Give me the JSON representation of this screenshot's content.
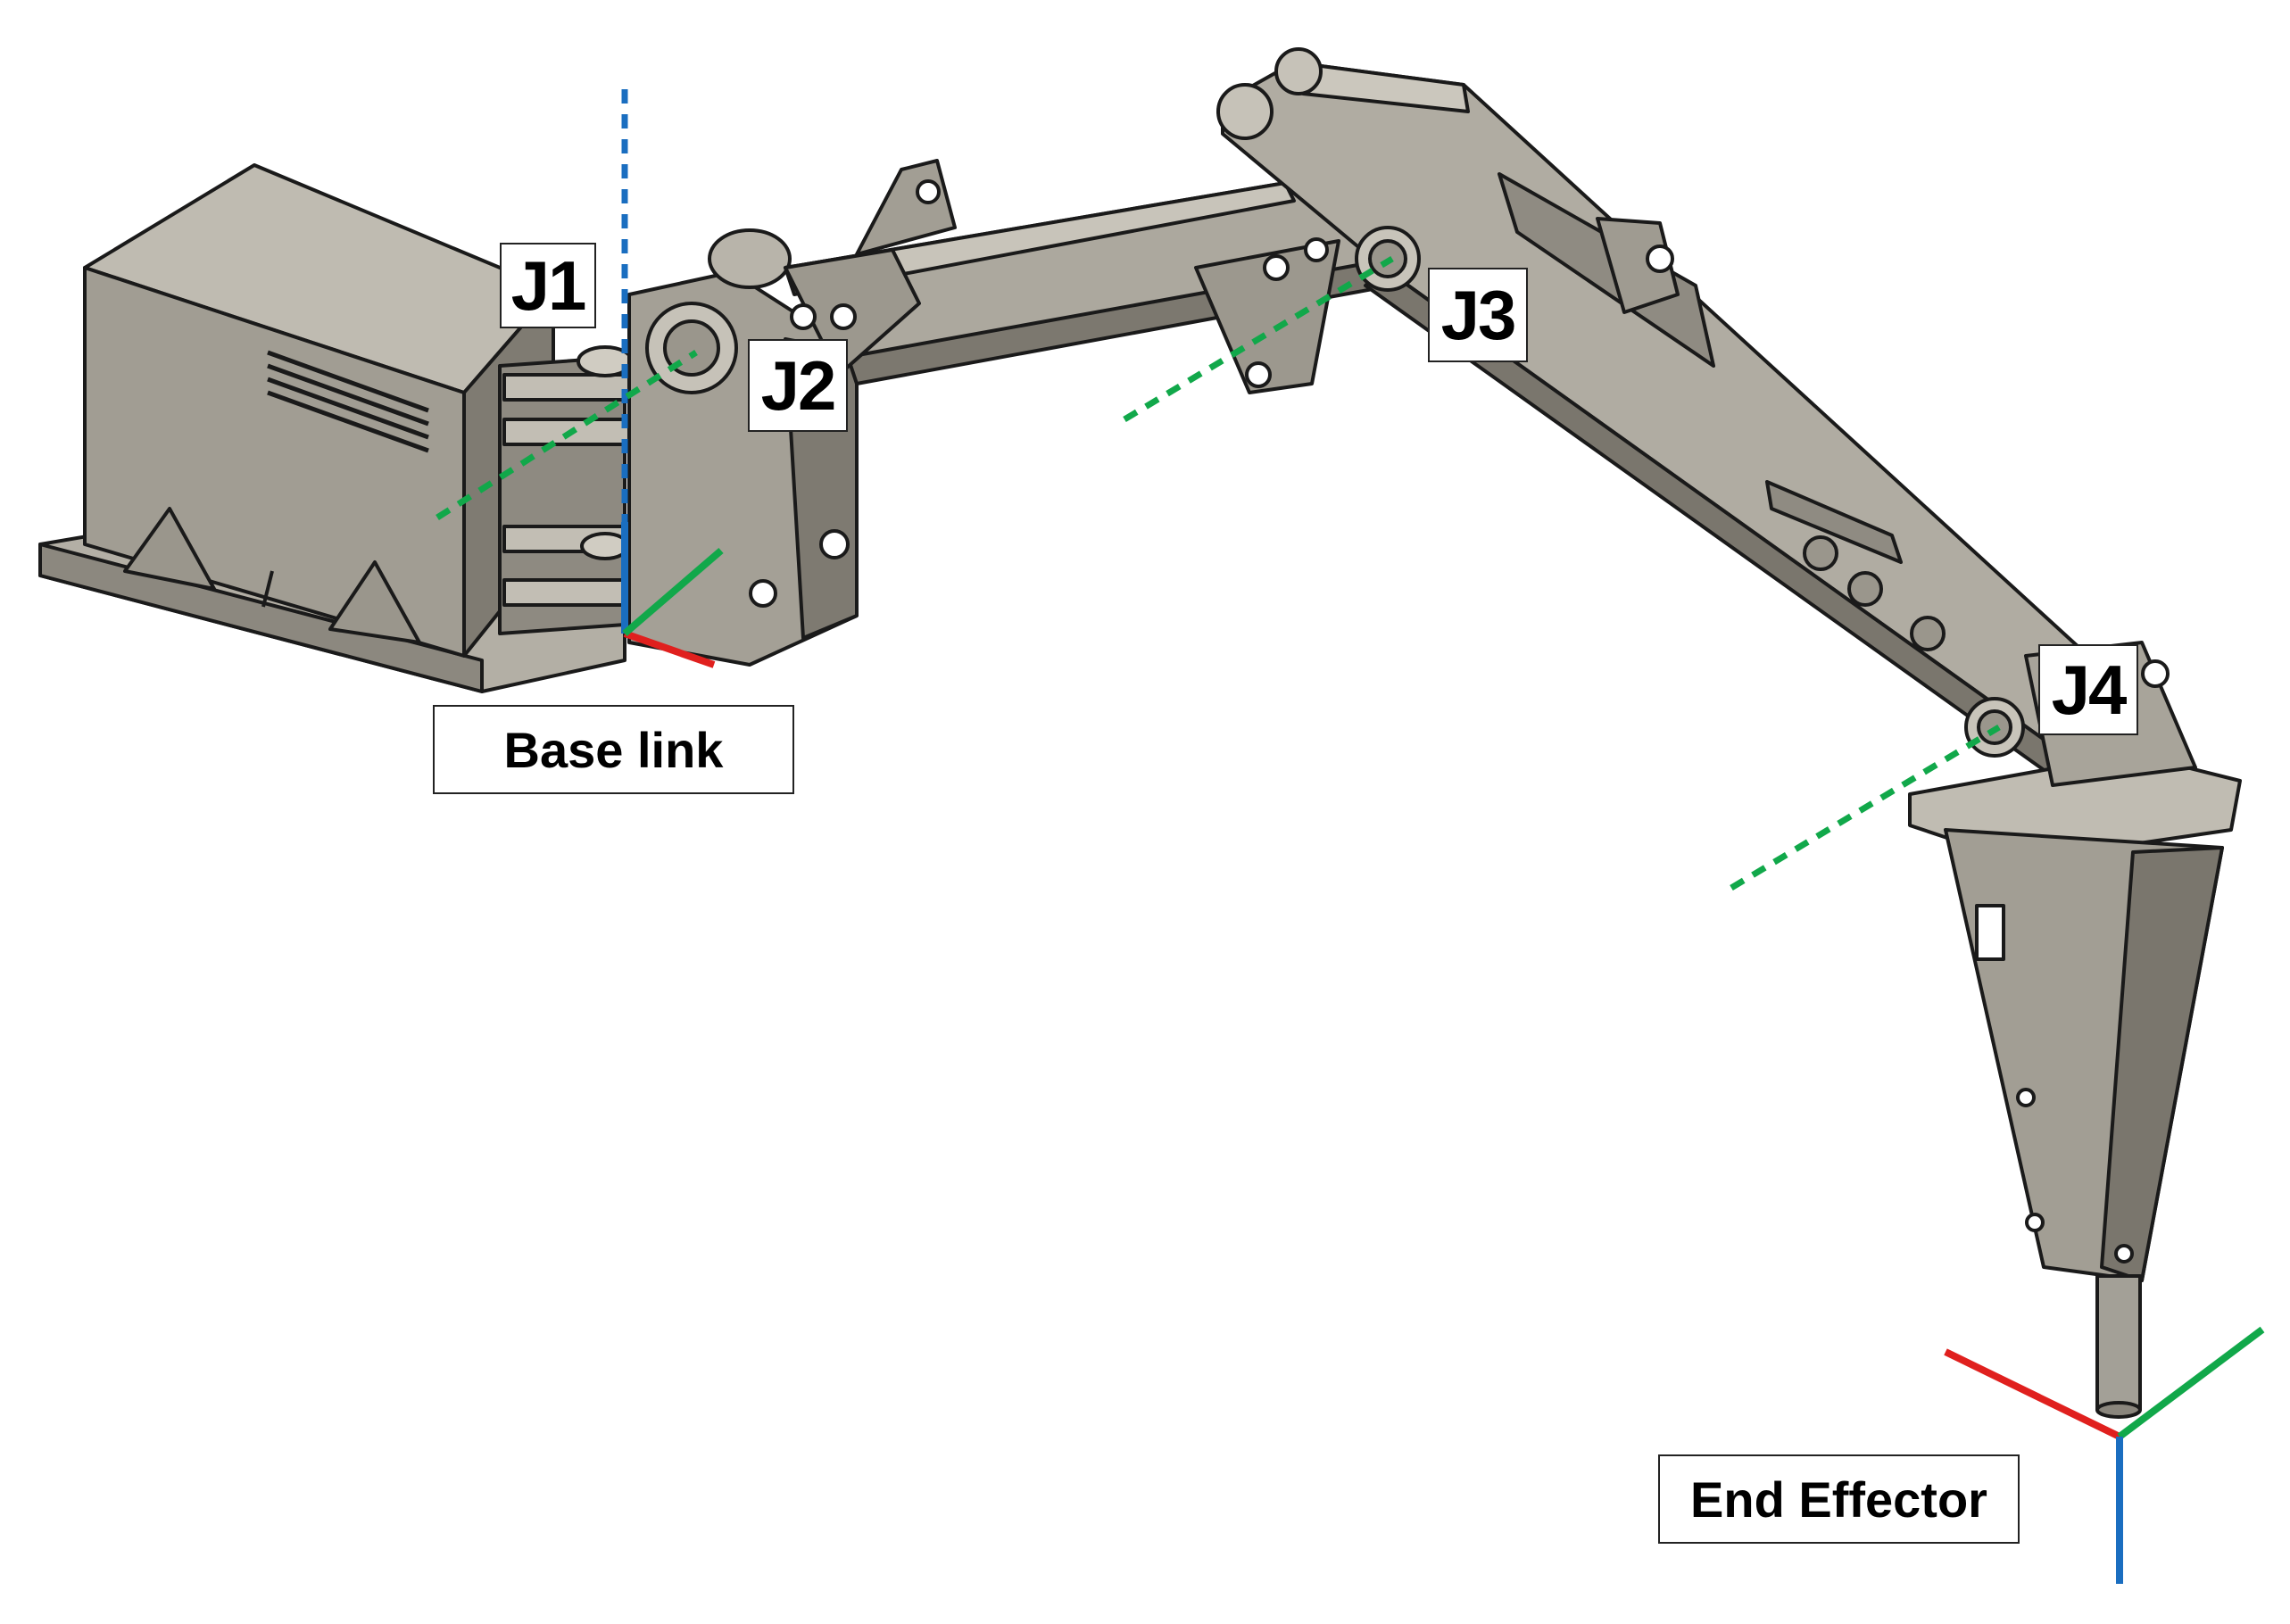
{
  "labels": {
    "j1": "J1",
    "j2": "J2",
    "j3": "J3",
    "j4": "J4",
    "base_link": "Base link",
    "end_effector": "End Effector"
  },
  "colors": {
    "x_axis": "#e0201e",
    "y_axis": "#11a84a",
    "z_axis": "#1a6ec0",
    "metal": "#a6a298",
    "metal_dark": "#6f6b62",
    "metal_light": "#c4c0b6",
    "outline": "#1a1a1a"
  }
}
